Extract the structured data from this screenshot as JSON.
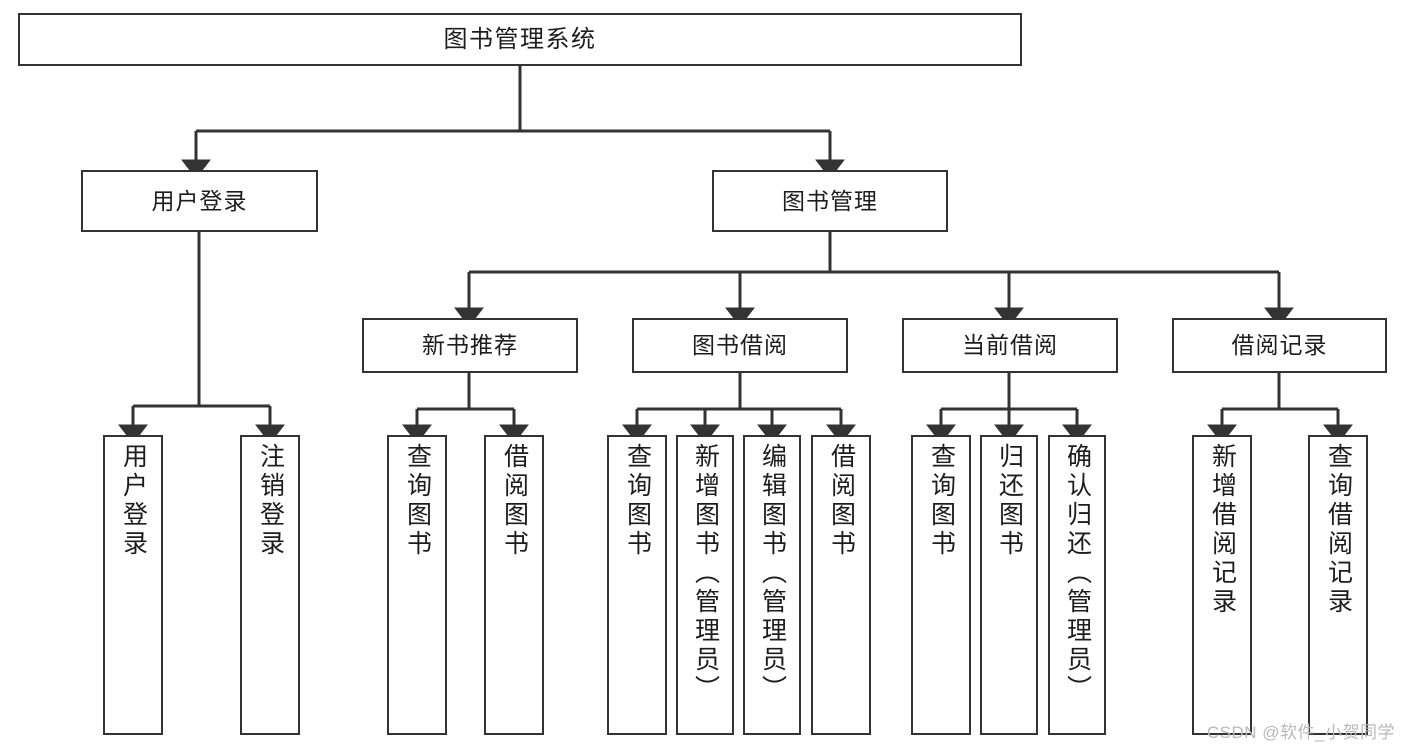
{
  "diagram": {
    "title": "图书管理系统",
    "type": "tree-hierarchy",
    "watermark": "CSDN @软件_小贺同学",
    "colors": {
      "stroke": "#333333",
      "fill": "#ffffff",
      "text": "#1d1d1d",
      "watermark": "#b9b9b9"
    },
    "nodes": {
      "root": {
        "label": "图书管理系统"
      },
      "level2": [
        {
          "id": "user-login",
          "label": "用户登录"
        },
        {
          "id": "book-manage",
          "label": "图书管理"
        }
      ],
      "level3": [
        {
          "id": "new-book-recommend",
          "label": "新书推荐"
        },
        {
          "id": "book-borrow",
          "label": "图书借阅"
        },
        {
          "id": "current-borrow",
          "label": "当前借阅"
        },
        {
          "id": "borrow-record",
          "label": "借阅记录"
        }
      ],
      "leaves": {
        "user-login": [
          {
            "id": "leaf-user-login",
            "label": "用户登录"
          },
          {
            "id": "leaf-logout-login",
            "label": "注销登录"
          }
        ],
        "new-book-recommend": [
          {
            "id": "leaf-query-book-1",
            "label": "查询图书"
          },
          {
            "id": "leaf-borrow-book-1",
            "label": "借阅图书"
          }
        ],
        "book-borrow": [
          {
            "id": "leaf-query-book-2",
            "label": "查询图书"
          },
          {
            "id": "leaf-add-book",
            "label": "新增图书（管理员）"
          },
          {
            "id": "leaf-edit-book",
            "label": "编辑图书（管理员）"
          },
          {
            "id": "leaf-borrow-book-2",
            "label": "借阅图书"
          }
        ],
        "current-borrow": [
          {
            "id": "leaf-query-book-3",
            "label": "查询图书"
          },
          {
            "id": "leaf-return-book",
            "label": "归还图书"
          },
          {
            "id": "leaf-confirm-return",
            "label": "确认归还（管理员）"
          }
        ],
        "borrow-record": [
          {
            "id": "leaf-add-record",
            "label": "新增借阅记录"
          },
          {
            "id": "leaf-query-record",
            "label": "查询借阅记录"
          }
        ]
      }
    }
  }
}
